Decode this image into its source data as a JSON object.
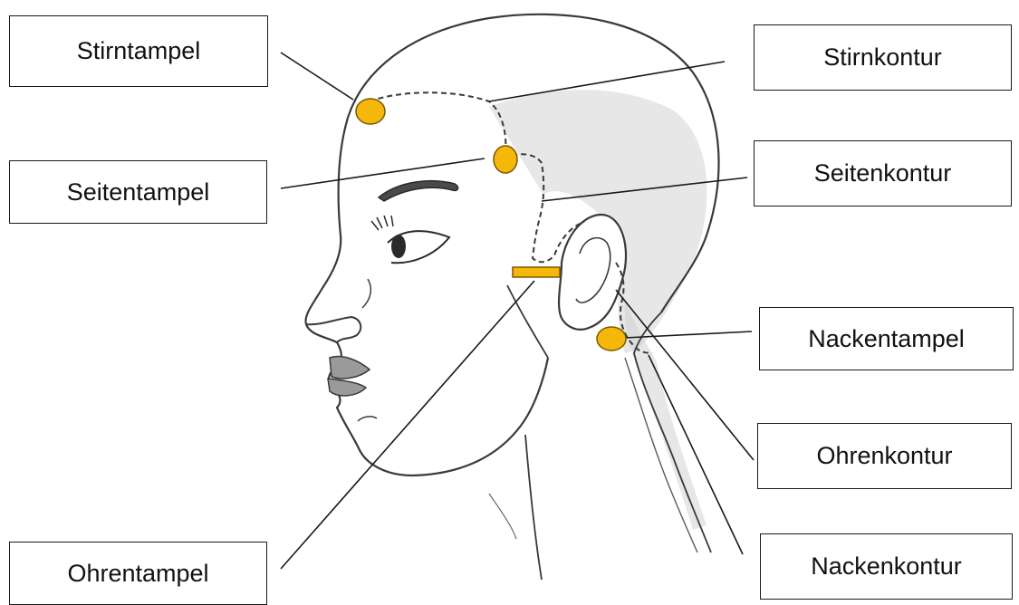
{
  "labels": {
    "stirntampel": "Stirntampel",
    "seitentampel": "Seitentampel",
    "ohrentampel": "Ohrentampel",
    "stirnkontur": "Stirnkontur",
    "seitenkontur": "Seitenkontur",
    "nackentampel": "Nackentampel",
    "ohrenkontur": "Ohrenkontur",
    "nackenkontur": "Nackenkontur"
  },
  "colors": {
    "marker_fill": "#F5B80A",
    "marker_stroke": "#7A5A00",
    "outline": "#3a3a3a",
    "leader_line": "#1a1a1a",
    "hair_shading": "#c8c8c8"
  },
  "icons": {
    "head": "head-profile-sketch",
    "ear": "ear-sketch",
    "eye": "eye-sketch",
    "marker_round": "orange-dot-marker",
    "marker_bar": "orange-bar-marker"
  }
}
